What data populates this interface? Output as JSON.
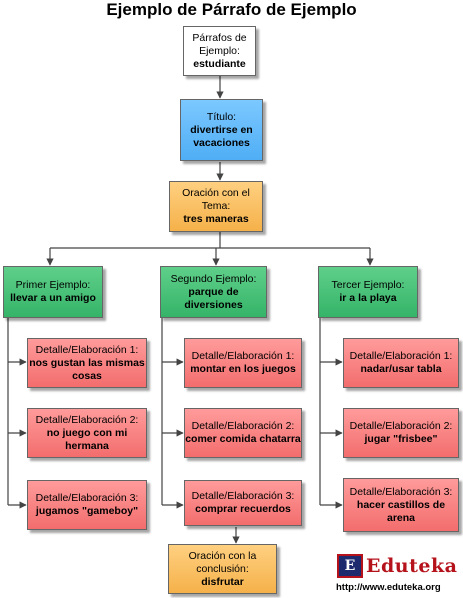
{
  "title": "Ejemplo de Párrafo de Ejemplo",
  "nodes": {
    "root": {
      "label": "Párrafos de Ejemplo:",
      "value": "estudiante"
    },
    "titulo": {
      "label": "Título:",
      "value": "divertirse en vacaciones"
    },
    "tema": {
      "label": "Oración con el Tema:",
      "value": "tres maneras"
    },
    "ej1": {
      "label": "Primer Ejemplo:",
      "value": "llevar a un amigo"
    },
    "ej2": {
      "label": "Segundo Ejemplo:",
      "value": "parque de diversiones"
    },
    "ej3": {
      "label": "Tercer Ejemplo:",
      "value": "ir a la playa"
    },
    "d11": {
      "label": "Detalle/Elaboración 1:",
      "value": "nos gustan las mismas cosas"
    },
    "d12": {
      "label": "Detalle/Elaboración 2:",
      "value": "no juego con mi hermana"
    },
    "d13": {
      "label": "Detalle/Elaboración 3:",
      "value": "jugamos \"gameboy\""
    },
    "d21": {
      "label": "Detalle/Elaboración 1:",
      "value": "montar en los juegos"
    },
    "d22": {
      "label": "Detalle/Elaboración 2:",
      "value": "comer comida chatarra"
    },
    "d23": {
      "label": "Detalle/Elaboración 3:",
      "value": "comprar recuerdos"
    },
    "d31": {
      "label": "Detalle/Elaboración 1:",
      "value": "nadar/usar tabla"
    },
    "d32": {
      "label": "Detalle/Elaboración 2:",
      "value": "jugar \"frisbee\""
    },
    "d33": {
      "label": "Detalle/Elaboración 3:",
      "value": "hacer castillos de arena"
    },
    "conclusion": {
      "label": "Oración con la conclusión:",
      "value": "disfrutar"
    }
  },
  "footer": {
    "brand": "Eduteka",
    "logo_letter": "E",
    "url": "http://www.eduteka.org"
  },
  "colors": {
    "white": "#ffffff",
    "blue": "#4faef5",
    "orange": "#f5b14a",
    "green": "#35b468",
    "red": "#f36d6d",
    "brand_red": "#b5121b",
    "brand_navy": "#1e2a6e"
  }
}
